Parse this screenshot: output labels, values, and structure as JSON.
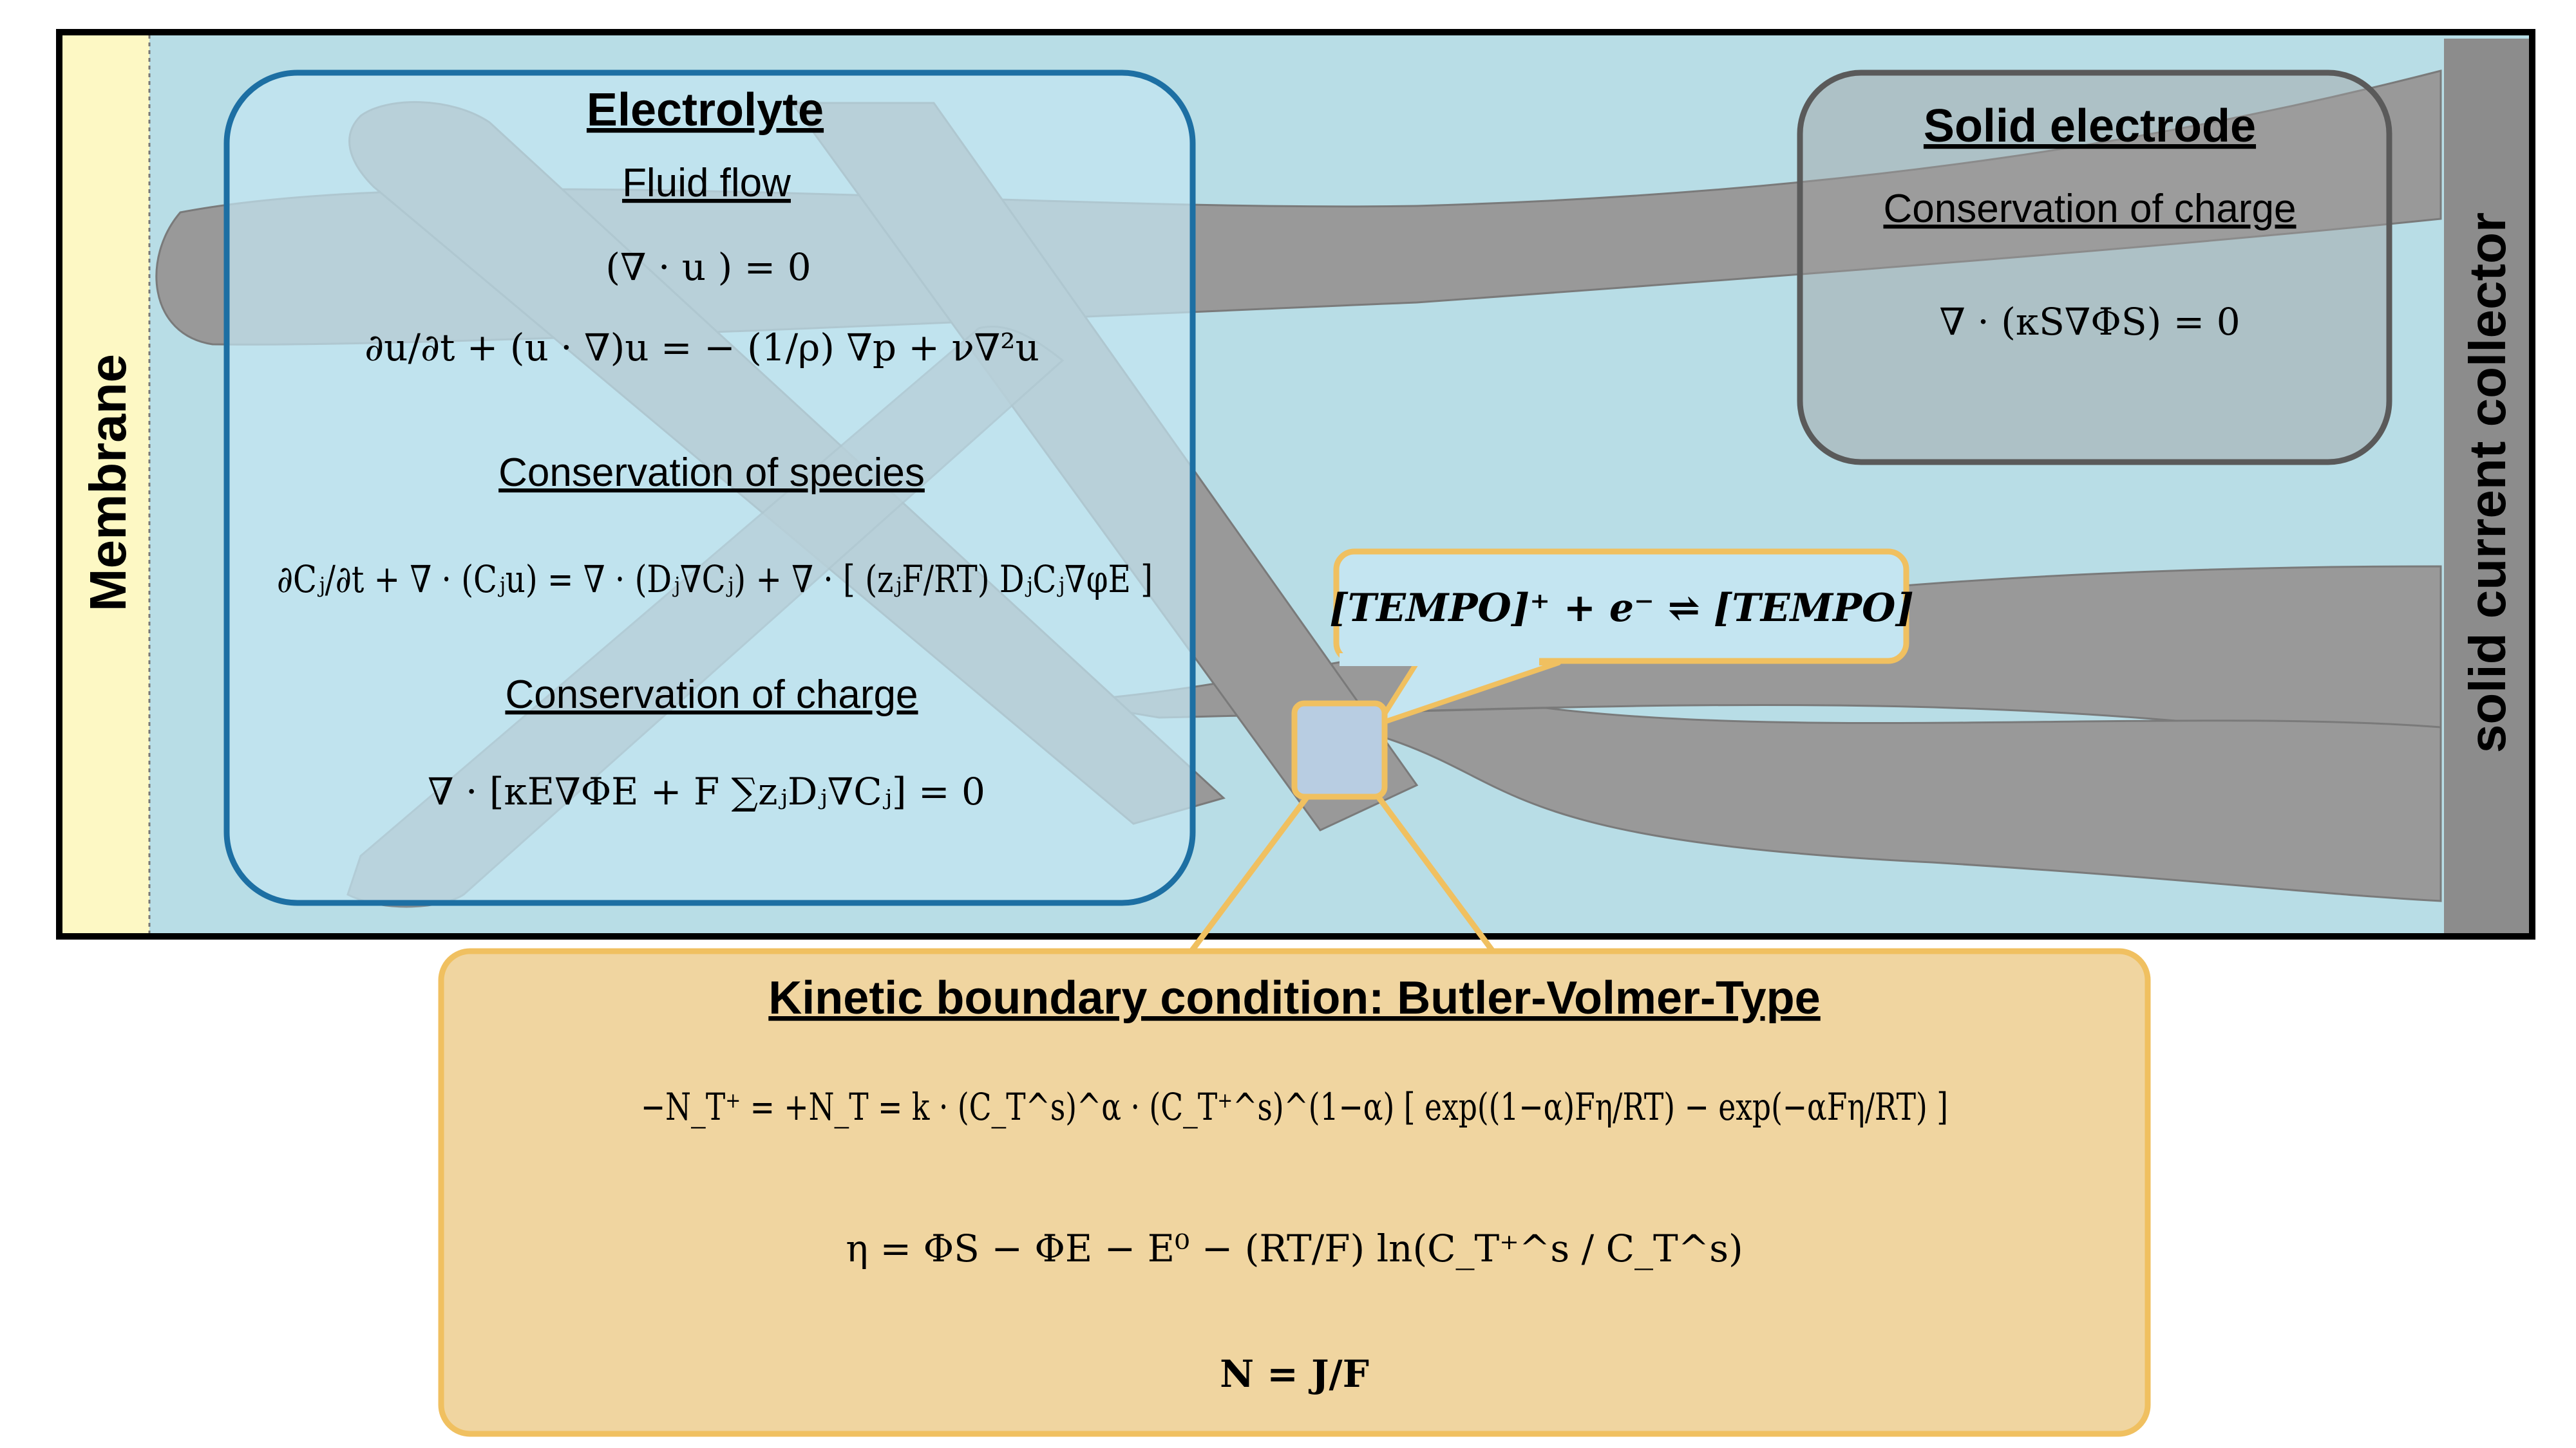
{
  "diagram": {
    "membrane_label": "Membrane",
    "collector_label": "solid current collector",
    "electrolyte": {
      "title": "Electrolyte",
      "fluid_flow": {
        "heading": "Fluid flow",
        "continuity_eq": "(∇ · u ) = 0",
        "navier_stokes_eq": "∂u/∂t + (u · ∇)u = − (1/ρ) ∇p + ν∇²u"
      },
      "species": {
        "heading": "Conservation of species",
        "equation": "∂Cⱼ/∂t + ∇ · (Cⱼu) = ∇ · (Dⱼ∇Cⱼ) + ∇ · [ (zⱼF/RT) DⱼCⱼ∇φE ]"
      },
      "charge": {
        "heading": "Conservation of charge",
        "equation": "∇ · [κE∇ΦE + F ∑zⱼDⱼ∇Cⱼ] = 0"
      }
    },
    "solid_electrode": {
      "title": "Solid electrode",
      "charge_heading": "Conservation of charge",
      "equation": "∇ · (κS∇ΦS) = 0"
    },
    "reaction": {
      "equation": "[TEMPO]⁺ + e⁻ ⇌ [TEMPO]"
    },
    "kinetic": {
      "title": "Kinetic boundary condition: Butler-Volmer-Type",
      "flux_eq": "−N_T⁺ = +N_T = k · (C_T^s)^α · (C_T⁺^s)^(1−α) [ exp((1−α)Fη/RT) − exp(−αFη/RT) ]",
      "overpotential_eq": "η = ΦS − ΦE − E⁰ − (RT/F) ln(C_T⁺^s / C_T^s)",
      "flux_current_eq": "N = J/F"
    },
    "colors": {
      "background": "#b8dde6",
      "membrane": "#fdf8c4",
      "collector": "#8c8c8c",
      "fiber": "#999999",
      "electrolyte_box_fill": "#c4e5f1",
      "electrolyte_box_stroke": "#1d6fa3",
      "electrode_box_stroke": "#5a5a5a",
      "kinetic_fill": "#f0d5a0",
      "kinetic_stroke": "#f0c060"
    }
  }
}
